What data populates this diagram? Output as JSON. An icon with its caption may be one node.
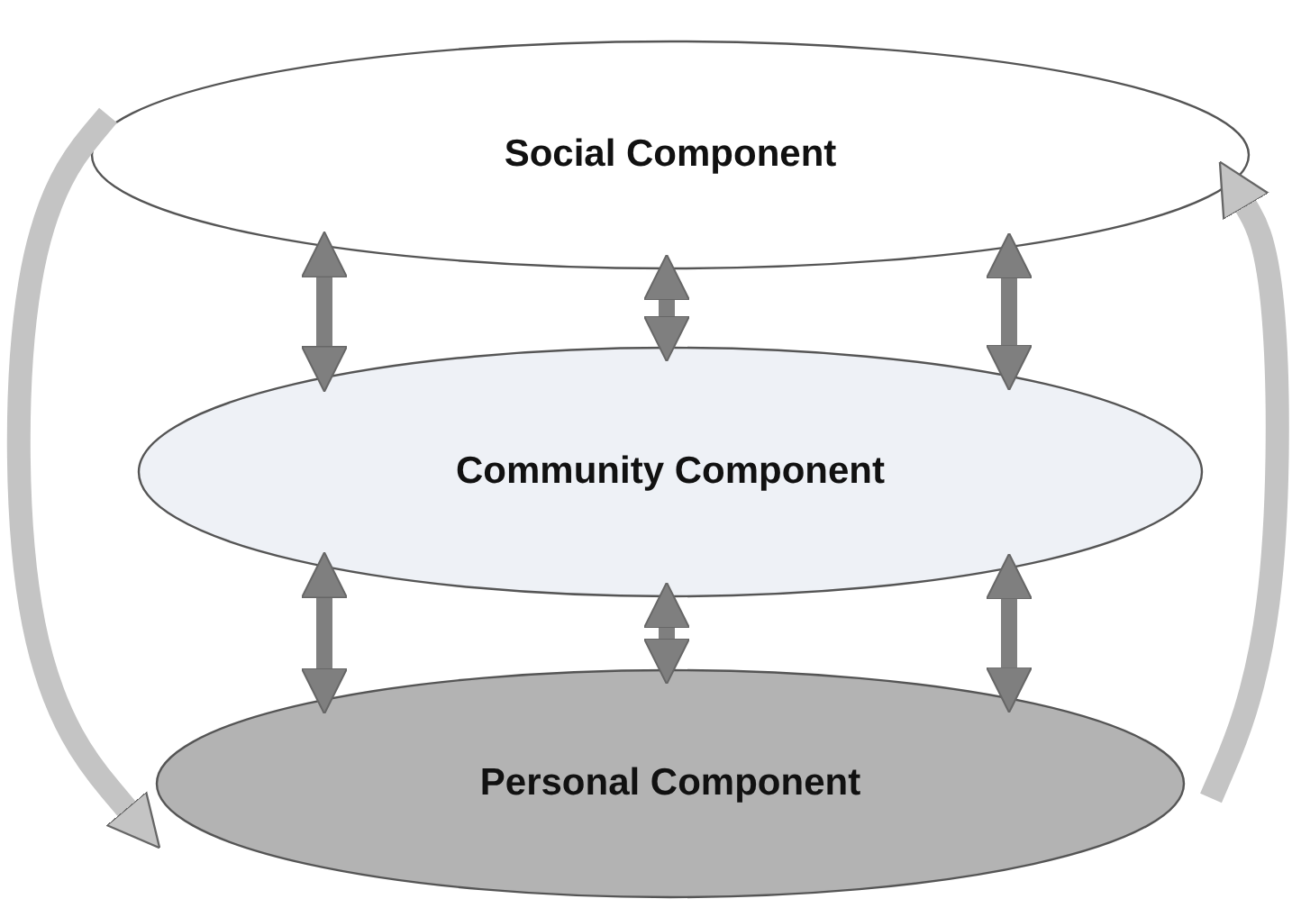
{
  "diagram": {
    "nodes": [
      {
        "text": [
          "Social Component"
        ]
      },
      {
        "text": [
          "Community Component"
        ]
      },
      {
        "text": [
          "Personal Component"
        ]
      }
    ],
    "edges": [
      {
        "from": 0,
        "to": 1,
        "arrow": "both"
      },
      {
        "from": 0,
        "to": 1,
        "arrow": "both"
      },
      {
        "from": 0,
        "to": 1,
        "arrow": "both"
      },
      {
        "from": 1,
        "to": 2,
        "arrow": "both"
      },
      {
        "from": 1,
        "to": 2,
        "arrow": "both"
      },
      {
        "from": 1,
        "to": 2,
        "arrow": "both"
      },
      {
        "from": 0,
        "to": 2,
        "arrow": "to",
        "color": "#c4c4c4"
      },
      {
        "from": 2,
        "to": 0,
        "arrow": "to",
        "color": "#c4c4c4"
      }
    ]
  }
}
